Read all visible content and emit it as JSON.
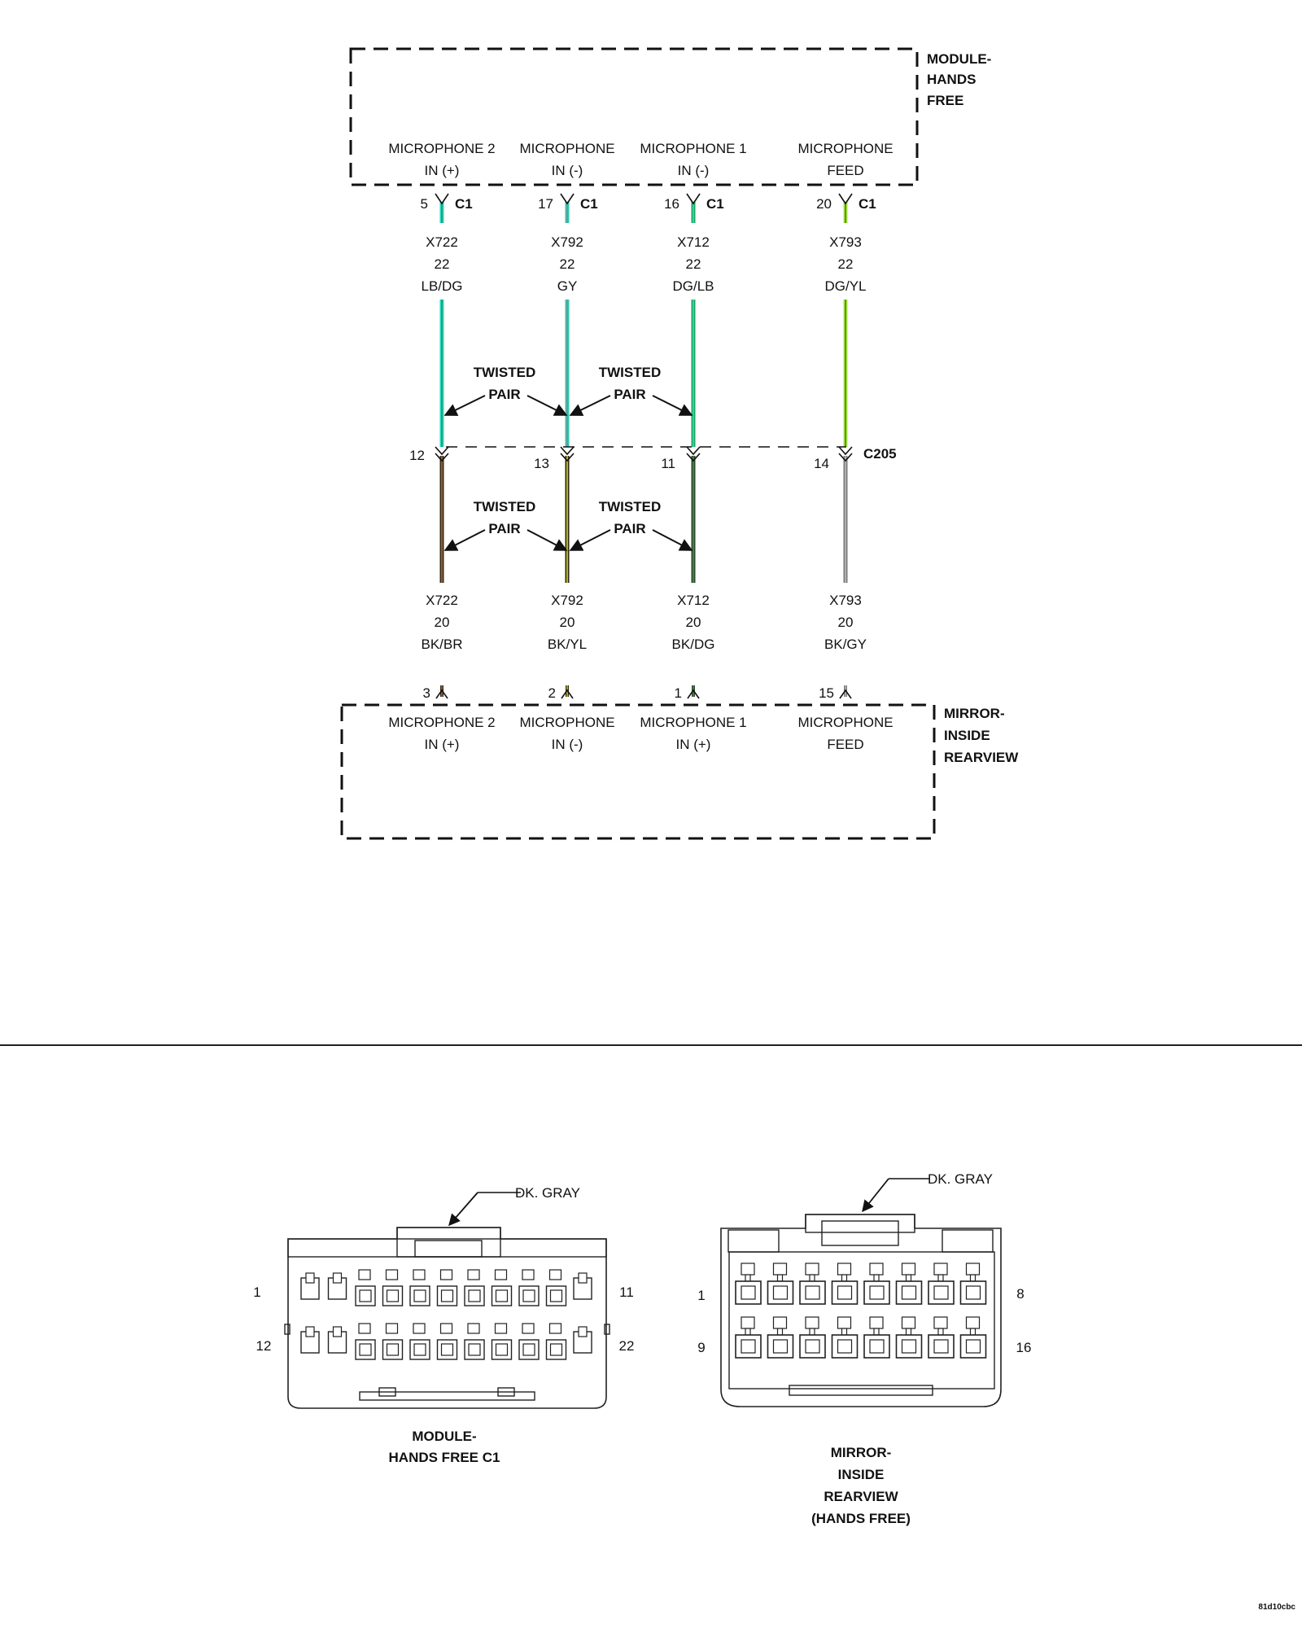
{
  "module": {
    "title": [
      "MODULE-",
      "HANDS",
      "FREE"
    ],
    "pins": [
      {
        "line1": "MICROPHONE 2",
        "line2": "IN (+)",
        "pin": "5",
        "conn": "C1",
        "circuit": "X722",
        "gauge": "22",
        "color": "LB/DG"
      },
      {
        "line1": "MICROPHONE",
        "line2": "IN (-)",
        "pin": "17",
        "conn": "C1",
        "circuit": "X792",
        "gauge": "22",
        "color": "GY"
      },
      {
        "line1": "MICROPHONE 1",
        "line2": "IN (-)",
        "pin": "16",
        "conn": "C1",
        "circuit": "X712",
        "gauge": "22",
        "color": "DG/LB"
      },
      {
        "line1": "MICROPHONE",
        "line2": "FEED",
        "pin": "20",
        "conn": "C1",
        "circuit": "X793",
        "gauge": "22",
        "color": "DG/YL"
      }
    ]
  },
  "twisted_pair": {
    "line1": "TWISTED",
    "line2": "PAIR"
  },
  "inline_connector": {
    "name": "C205",
    "pins": [
      "12",
      "13",
      "11",
      "14"
    ]
  },
  "mirror": {
    "title": [
      "MIRROR-",
      "INSIDE",
      "REARVIEW"
    ],
    "pins": [
      {
        "line1": "MICROPHONE 2",
        "line2": "IN (+)",
        "pin": "3",
        "circuit": "X722",
        "gauge": "20",
        "color": "BK/BR"
      },
      {
        "line1": "MICROPHONE",
        "line2": "IN (-)",
        "pin": "2",
        "circuit": "X792",
        "gauge": "20",
        "color": "BK/YL"
      },
      {
        "line1": "MICROPHONE 1",
        "line2": "IN (+)",
        "pin": "1",
        "circuit": "X712",
        "gauge": "20",
        "color": "BK/DG"
      },
      {
        "line1": "MICROPHONE",
        "line2": "FEED",
        "pin": "15",
        "circuit": "X793",
        "gauge": "20",
        "color": "BK/GY"
      }
    ]
  },
  "connector_views": {
    "module_c1": {
      "color_callout": "DK. GRAY",
      "pin_labels": {
        "top_left": "1",
        "top_right": "11",
        "bottom_left": "12",
        "bottom_right": "22"
      },
      "title": [
        "MODULE-",
        "HANDS FREE C1"
      ]
    },
    "mirror": {
      "color_callout": "DK. GRAY",
      "pin_labels": {
        "top_left": "1",
        "top_right": "8",
        "bottom_left": "9",
        "bottom_right": "16"
      },
      "title": [
        "MIRROR-",
        "INSIDE",
        "REARVIEW",
        "(HANDS FREE)"
      ]
    }
  },
  "figure_id": "81d10cbc",
  "wire_colors": {
    "upper": [
      "#2fd3c0",
      "#2fc9b5",
      "#1aa85a",
      "#b5e03a"
    ],
    "upper_stripe": [
      "#0fa06a",
      "#7f8f8a",
      "#3ad6c8",
      "#1a9a28"
    ],
    "lower": [
      "#3a2a1a",
      "#2a2a10",
      "#2a4a2a",
      "#7a7a7a"
    ],
    "lower_stripe": [
      "#9a7040",
      "#d8d030",
      "#4a8a4a",
      "#bbbbbb"
    ]
  }
}
